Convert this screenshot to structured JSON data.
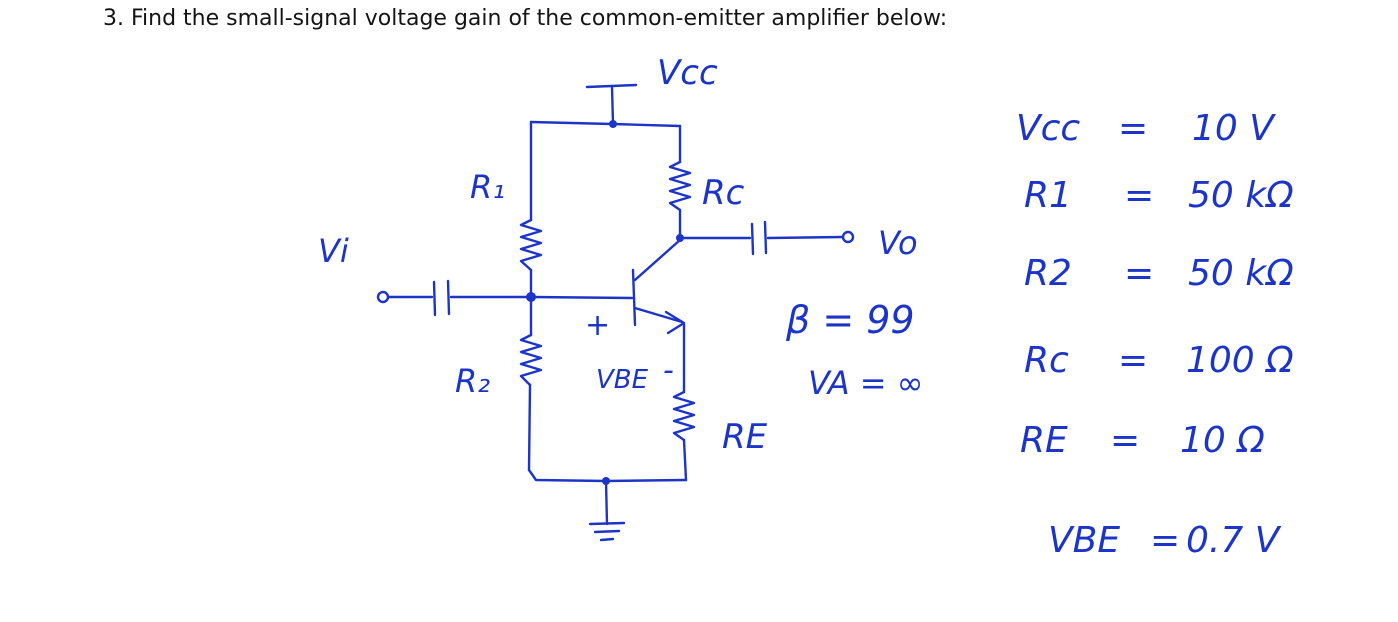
{
  "question": "3. Find the small-signal voltage gain of the common-emitter amplifier below:",
  "circuit": {
    "labels": {
      "vcc": "Vcc",
      "r1": "R₁",
      "r2": "R₂",
      "rc": "Rc",
      "re": "RE",
      "vi": "Vi",
      "vo": "Vo",
      "vbe": "VBE",
      "vbe_plus": "+",
      "vbe_minus": "-"
    },
    "annotations": {
      "beta": "β = 99",
      "va": "VA = ∞"
    }
  },
  "given": [
    {
      "name": "Vcc",
      "eq": "=",
      "value": "10 V"
    },
    {
      "name": "R1",
      "eq": "=",
      "value": "50 kΩ"
    },
    {
      "name": "R2",
      "eq": "=",
      "value": "50 kΩ"
    },
    {
      "name": "Rc",
      "eq": "=",
      "value": "100 Ω"
    },
    {
      "name": "RE",
      "eq": "=",
      "value": "10 Ω"
    },
    {
      "name": "VBE",
      "eq": "=",
      "value": "0.7 V"
    }
  ],
  "colors": {
    "ink": "#1c35c8",
    "text": "#141414"
  }
}
